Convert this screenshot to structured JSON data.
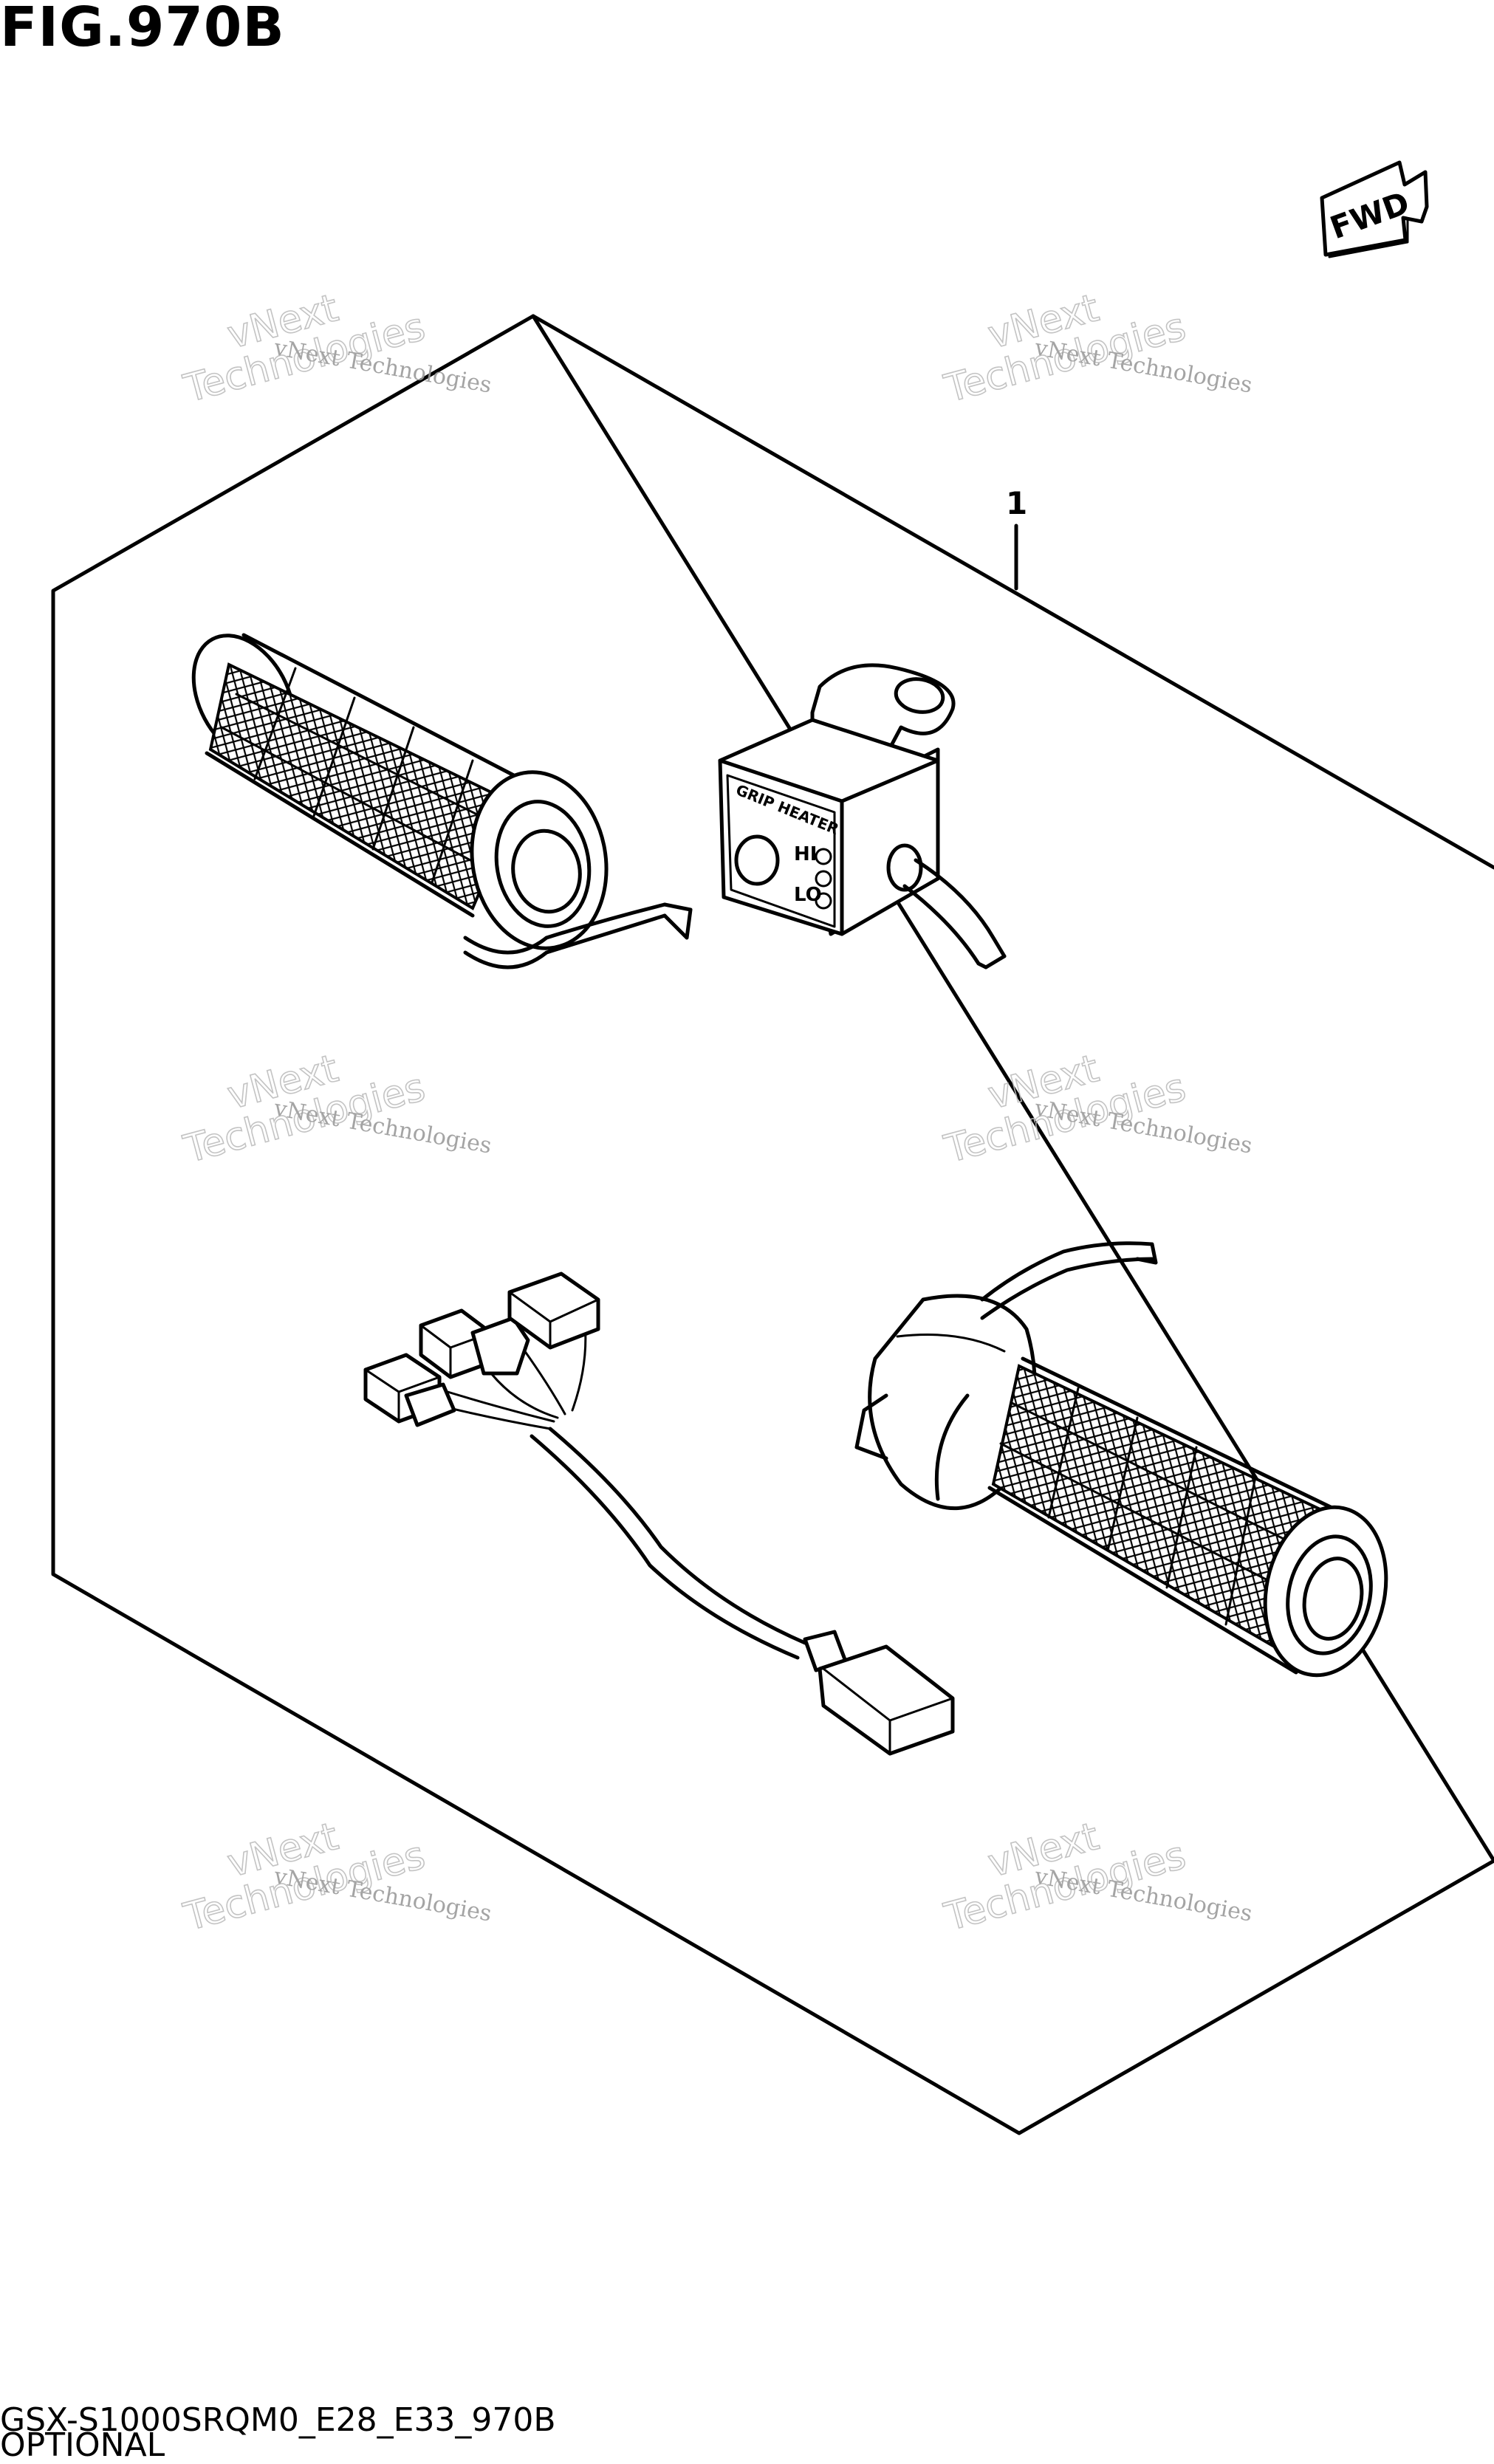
{
  "header": {
    "figure_title": "FIG.970B"
  },
  "footer": {
    "model_code": "GSX-S1000SRQM0_E28_E33_970B",
    "section": "OPTIONAL"
  },
  "direction_badge": {
    "label": "FWD"
  },
  "callouts": [
    {
      "number": "1"
    }
  ],
  "switch_box": {
    "title": "GRIP HEATER",
    "hi_label": "HI",
    "lo_label": "LO"
  },
  "watermark": {
    "line1": "vNext Technologies",
    "line2": "vNext",
    "line3": "Technologies"
  }
}
